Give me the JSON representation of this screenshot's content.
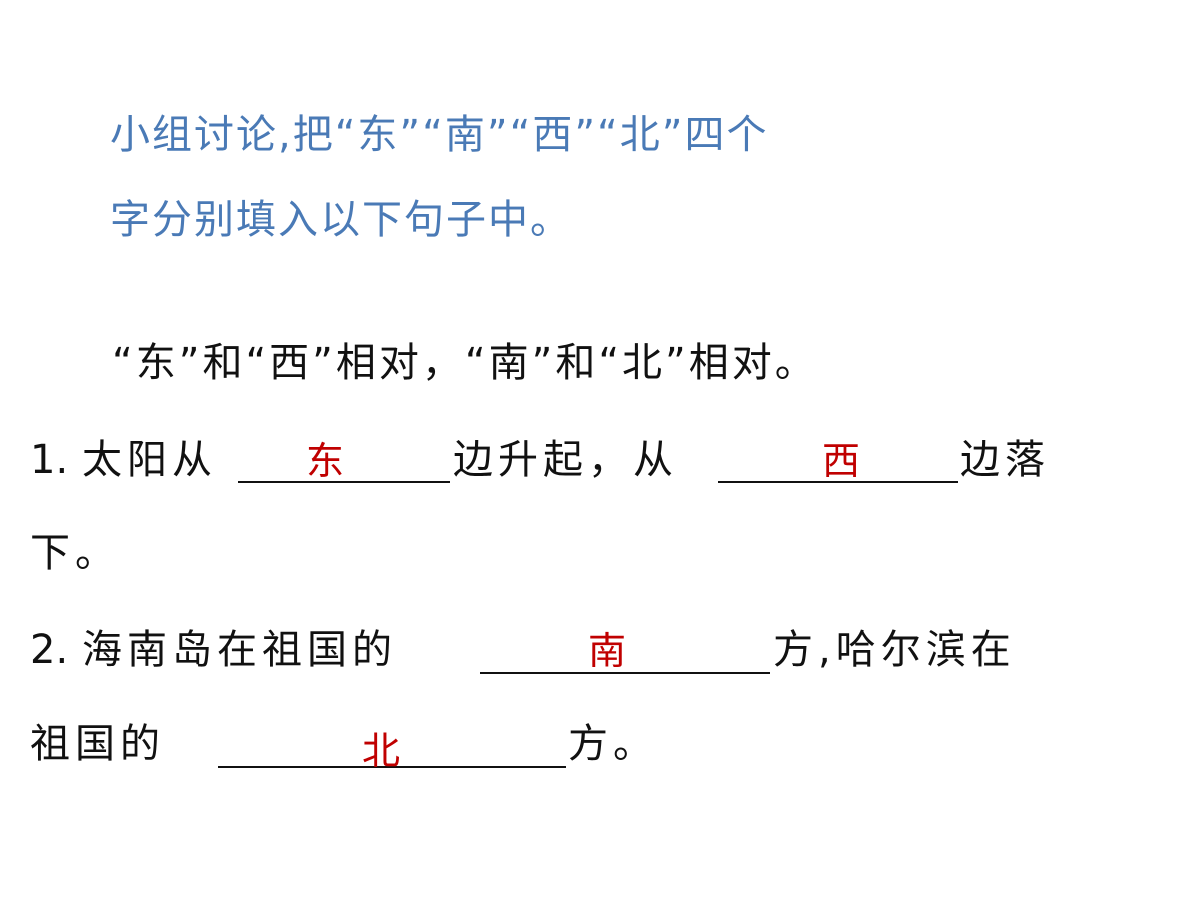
{
  "intro": {
    "line1": "小组讨论,把“东”“南”“西”“北”四个",
    "line2": "字分别填入以下句子中。"
  },
  "rule": "“东”和“西”相对，“南”和“北”相对。",
  "q1": {
    "number": "1.",
    "part1": "太阳从",
    "answer1": "东",
    "part2": "边升起，从",
    "answer2": "西",
    "part3": "边落",
    "part4": "下。"
  },
  "q2": {
    "number": "2.",
    "part1": "海南岛在祖国的",
    "answer1": "南",
    "part2": "方,哈尔滨在",
    "part3": "祖国的",
    "answer2": "北",
    "part4": "方。"
  },
  "colors": {
    "intro_text": "#4a7ab6",
    "body_text": "#111111",
    "answer_text": "#c00000"
  }
}
